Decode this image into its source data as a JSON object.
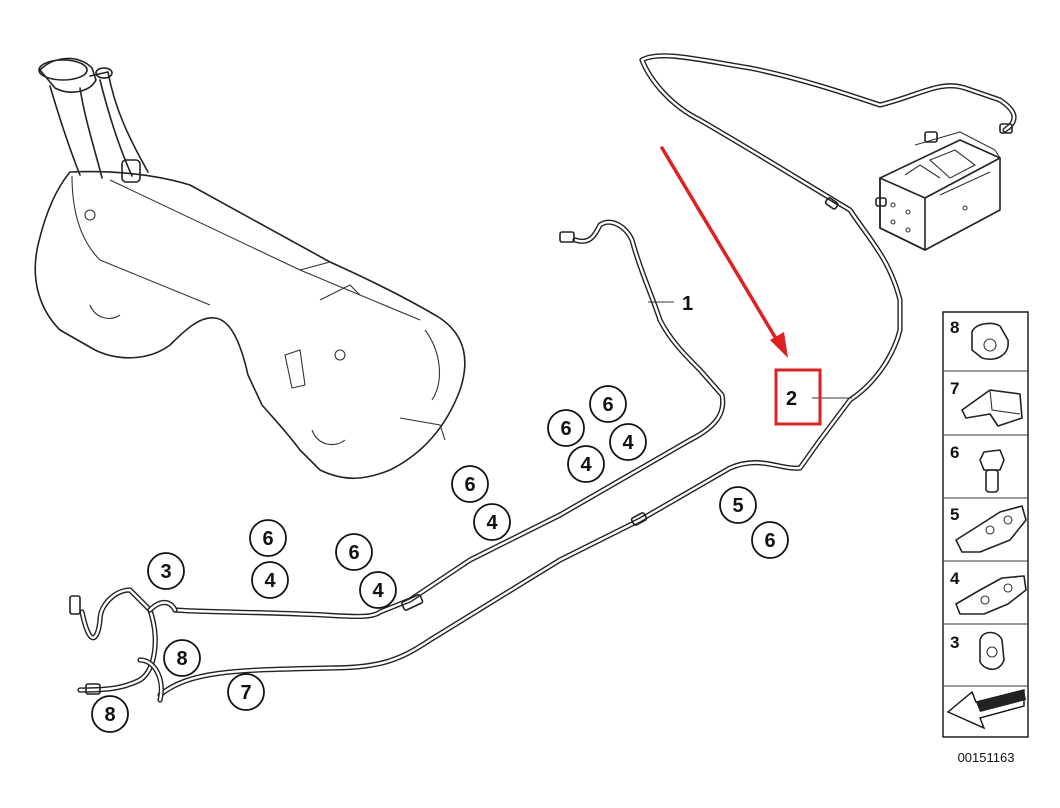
{
  "diagram": {
    "callouts": {
      "c1": "1",
      "c2": "2",
      "c3": "3",
      "c4a": "4",
      "c4b": "4",
      "c4c": "4",
      "c4d": "4",
      "c4e": "4",
      "c5": "5",
      "c6a": "6",
      "c6b": "6",
      "c6c": "6",
      "c6d": "6",
      "c6e": "6",
      "c6f": "6",
      "c7": "7",
      "c8a": "8",
      "c8b": "8"
    },
    "legend": [
      "8",
      "7",
      "6",
      "5",
      "4",
      "3"
    ],
    "figure_number": "00151163",
    "highlight_color": "#e02020"
  }
}
